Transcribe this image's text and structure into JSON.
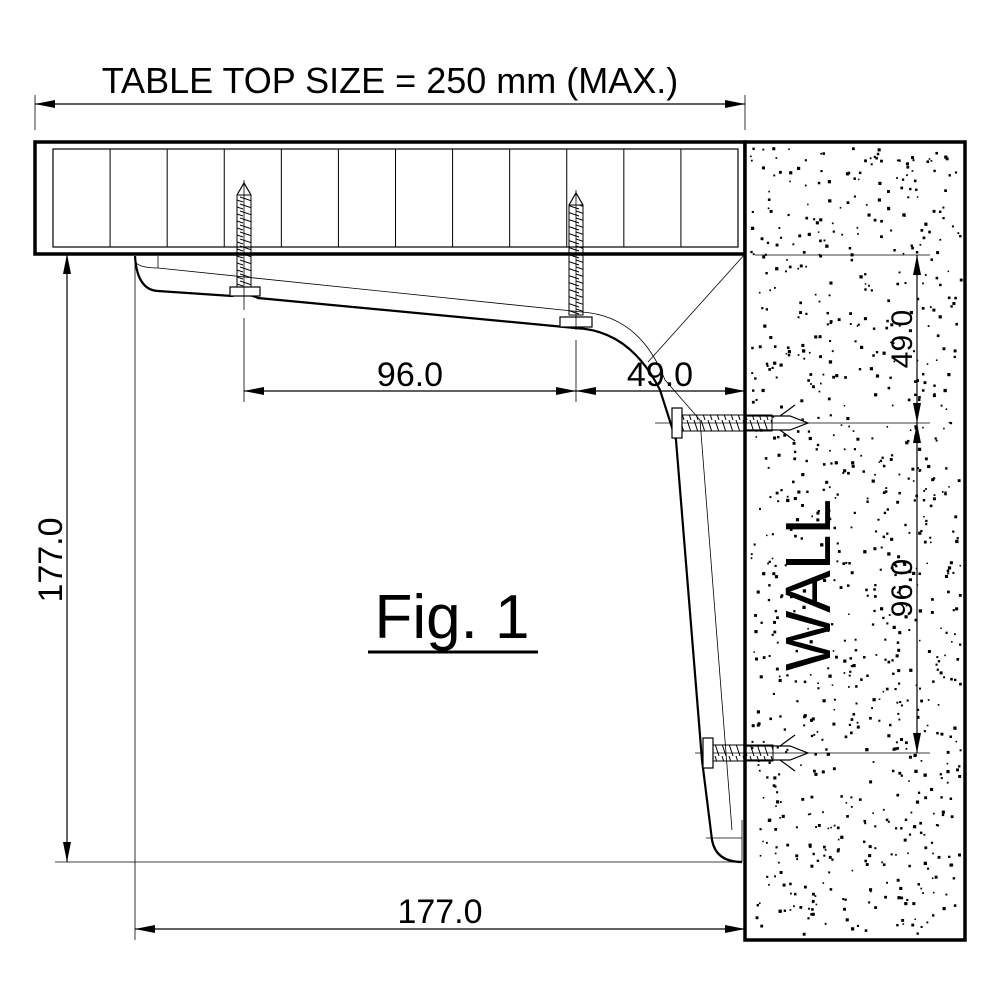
{
  "drawing": {
    "title_dimension": "TABLE TOP SIZE = 250 mm (MAX.)",
    "figure_label": "Fig. 1",
    "wall_label": "WALL",
    "dimensions": {
      "top_screw_spacing": "96.0",
      "top_screw_to_wall": "49.0",
      "left_height": "177.0",
      "bottom_depth": "177.0",
      "wall_upper_spacing": "49.0",
      "wall_screw_spacing": "96.0"
    },
    "units": "mm",
    "colors": {
      "line": "#000000",
      "background": "#ffffff"
    }
  }
}
